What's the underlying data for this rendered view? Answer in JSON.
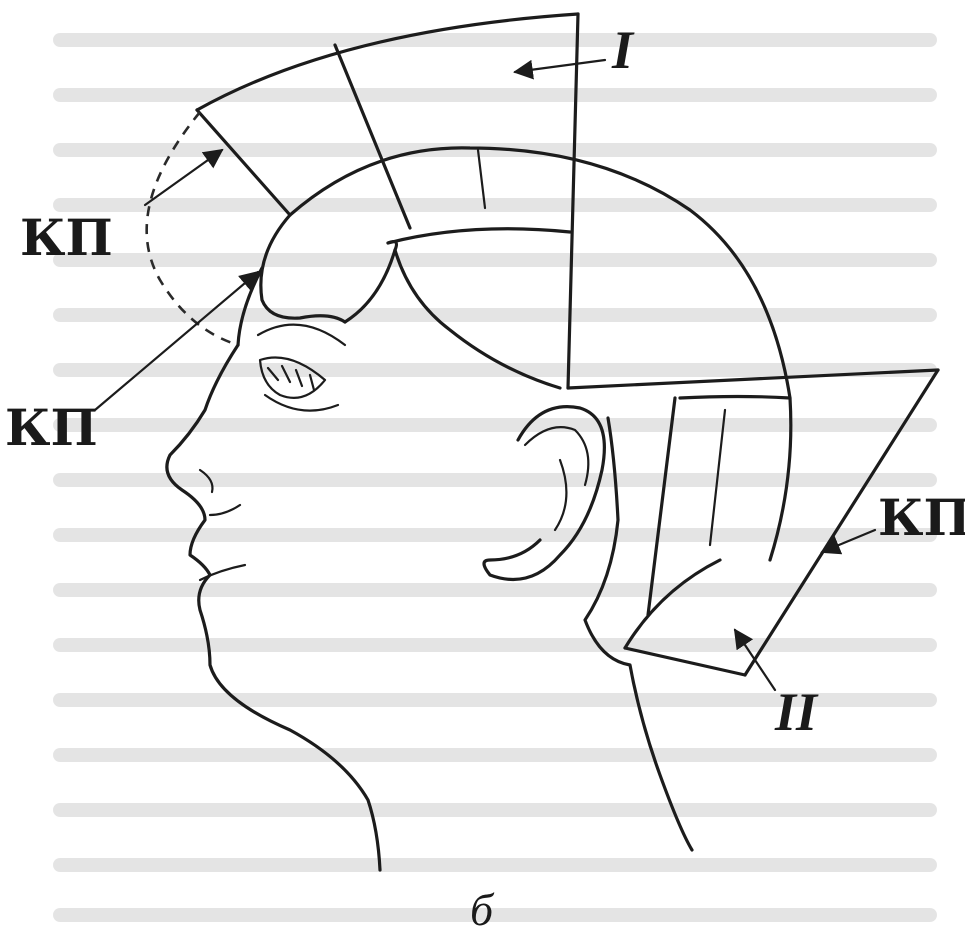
{
  "labels": {
    "kp_top": "КП",
    "kp_middle": "КП",
    "kp_right": "КП",
    "zone_one": "I",
    "zone_two": "II"
  },
  "caption": "б"
}
